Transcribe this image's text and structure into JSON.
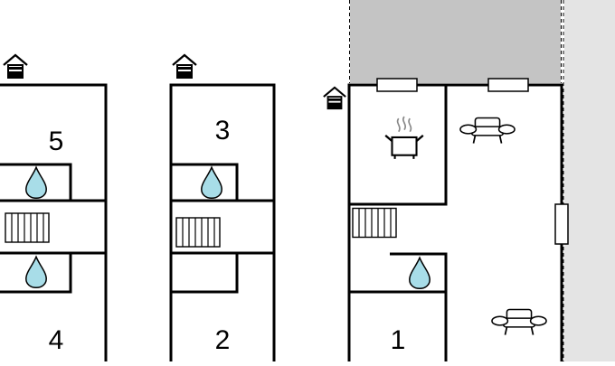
{
  "floorplan": {
    "room_labels": {
      "five": "5",
      "four": "4",
      "three": "3",
      "two": "2",
      "one": "1"
    },
    "colors": {
      "wall": "#000000",
      "water": "#a8dde8",
      "terrace": "#c4c4c4",
      "border_strip": "#e4e4e4",
      "background": "#ffffff"
    },
    "icons": {
      "entrance": "house-entrance-icon",
      "water": "water-drop-icon",
      "stairs": "staircase-icon",
      "cooking": "cooking-pot-icon",
      "sofa": "sofa-icon",
      "window": "window-icon"
    }
  }
}
